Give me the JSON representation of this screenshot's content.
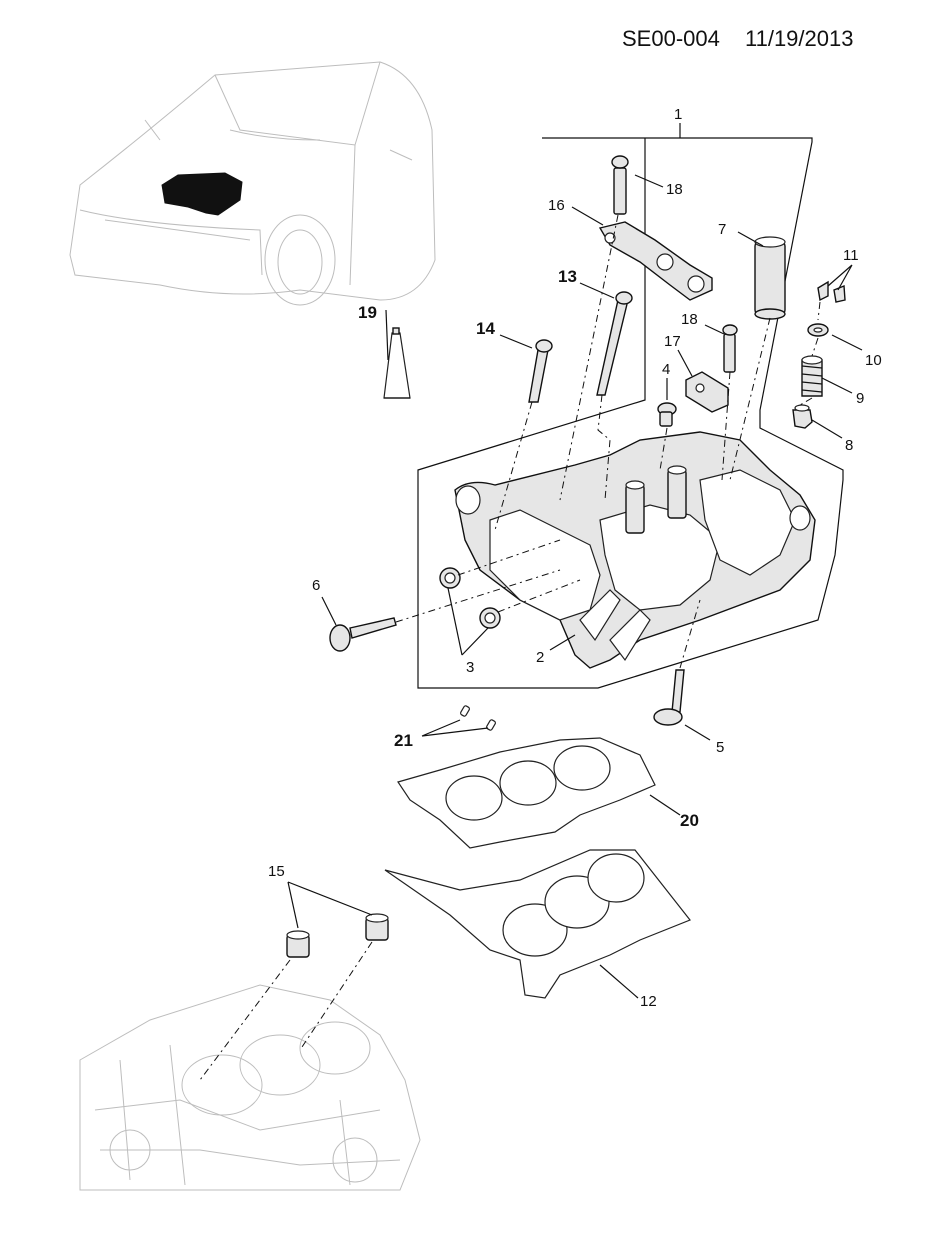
{
  "header": {
    "diagram_code": "SE00-004",
    "date": "11/19/2013"
  },
  "callouts": {
    "c1": "1",
    "c2": "2",
    "c3": "3",
    "c4": "4",
    "c5": "5",
    "c6": "6",
    "c7": "7",
    "c8": "8",
    "c9": "9",
    "c10": "10",
    "c11": "11",
    "c12": "12",
    "c13": "13",
    "c14": "14",
    "c15": "15",
    "c16": "16",
    "c17": "17",
    "c18a": "18",
    "c18b": "18",
    "c19": "19",
    "c20": "20",
    "c21": "21"
  },
  "colors": {
    "line": "#111111",
    "ghost_line": "#bdbdbd",
    "part_fill": "#e6e6e6",
    "highlight": "#111111"
  }
}
